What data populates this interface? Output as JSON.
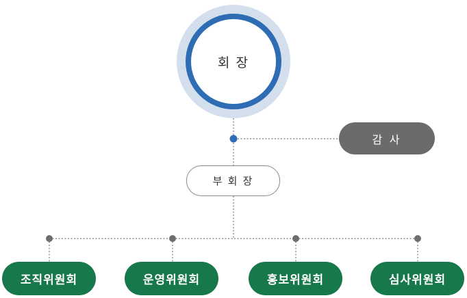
{
  "palette": {
    "accent_blue": "#2e6db4",
    "halo_blue": "#d4dfee",
    "committee_green": "#17784b",
    "auditor_gray": "#6b6b6b",
    "line_gray": "#777777",
    "dot_gray": "#6e6e6e"
  },
  "org_chart": {
    "chairman_label": "회 장",
    "auditor_label": "감 사",
    "vice_chairman_label": "부 회 장",
    "committees": [
      "조직위원회",
      "운영위원회",
      "홍보위원회",
      "심사위원회"
    ]
  }
}
